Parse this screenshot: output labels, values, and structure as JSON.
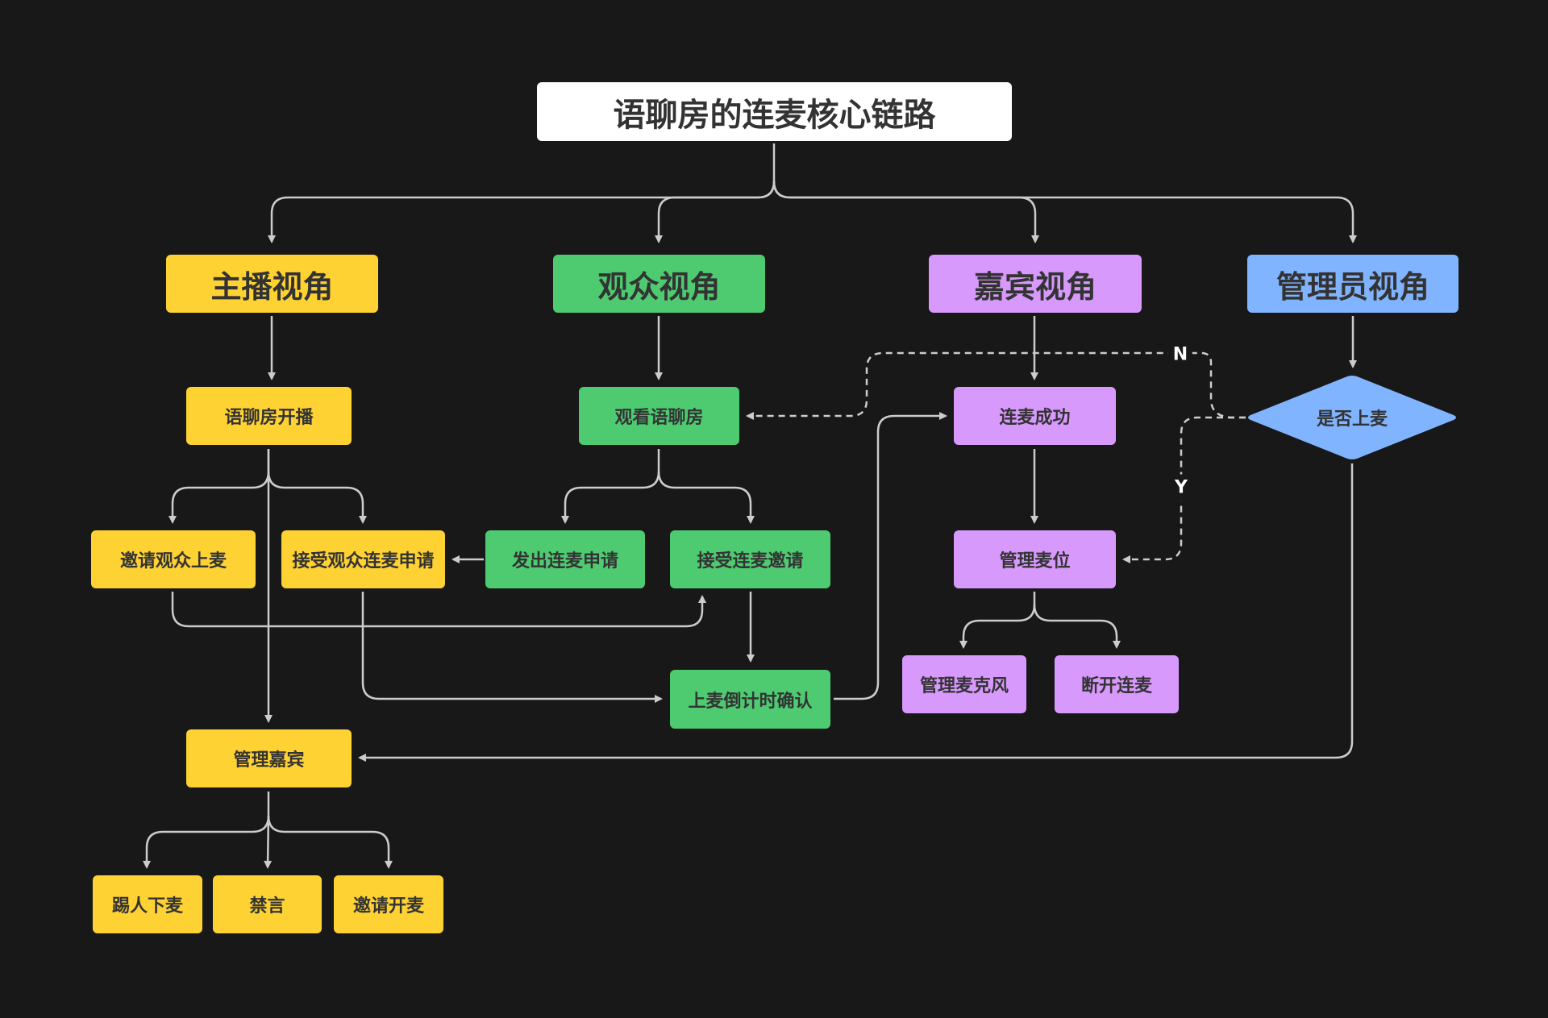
{
  "title": "语聊房的连麦核心链路",
  "colors": {
    "background": "#181818",
    "host": "#ffd233",
    "audience": "#4ecb71",
    "guest": "#d899fd",
    "admin": "#81b4ff",
    "edge": "#cccccc",
    "text": "#333333"
  },
  "perspectives": {
    "host": "主播视角",
    "audience": "观众视角",
    "guest": "嘉宾视角",
    "admin": "管理员视角"
  },
  "nodes": {
    "host_start": "语聊房开播",
    "host_invite_audience": "邀请观众上麦",
    "host_accept_request": "接受观众连麦申请",
    "host_manage_guests": "管理嘉宾",
    "host_kick": "踢人下麦",
    "host_mute": "禁言",
    "host_invite_unmute": "邀请开麦",
    "audience_watch": "观看语聊房",
    "audience_send_request": "发出连麦申请",
    "audience_accept_invite": "接受连麦邀请",
    "audience_countdown_confirm": "上麦倒计时确认",
    "guest_connected": "连麦成功",
    "guest_manage_seat": "管理麦位",
    "guest_manage_mic": "管理麦克风",
    "guest_disconnect": "断开连麦",
    "admin_decision": "是否上麦"
  },
  "edge_labels": {
    "no": "N",
    "yes": "Y"
  }
}
